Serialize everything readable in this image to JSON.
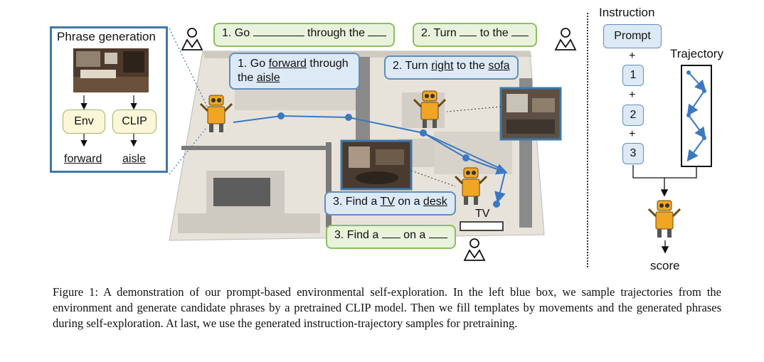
{
  "left_panel": {
    "title": "Phrase generation",
    "env_label": "Env",
    "clip_label": "CLIP",
    "env_output": "forward",
    "clip_output": "aisle"
  },
  "map": {
    "template_1": [
      "1. Go",
      "through the"
    ],
    "template_2": [
      "2. Turn",
      "to the"
    ],
    "template_3": [
      "3. Find a",
      "on a"
    ],
    "filled_1": {
      "a": "1. Go",
      "forward": "forward",
      "b": "through",
      "c": "the",
      "aisle": "aisle"
    },
    "filled_2": {
      "a": "2. Turn",
      "right": "right",
      "b": "to the",
      "sofa": "sofa"
    },
    "filled_3": {
      "a": "3. Find a",
      "tv": "TV",
      "b": "on a",
      "desk": "desk"
    },
    "tv_label": "TV"
  },
  "right_panel": {
    "instruction_label": "Instruction",
    "prompt_label": "Prompt",
    "plus": "+",
    "steps": [
      "1",
      "2",
      "3"
    ],
    "trajectory_label": "Trajectory",
    "score_label": "score"
  },
  "caption": "Figure 1: A demonstration of our prompt-based environmental self-exploration. In the left blue box, we sample trajectories from the environment and generate candidate phrases by a pretrained CLIP model. Then we fill templates by movements and the generated phrases during self-exploration. At last, we use the generated instruction-trajectory samples for pretraining.",
  "colors": {
    "blue_box": "#3f78a8",
    "path": "#3a78c2",
    "green_bubble": "#8cbf5e",
    "blue_bubble": "#5e8fbf",
    "robot": "#f0a623"
  }
}
